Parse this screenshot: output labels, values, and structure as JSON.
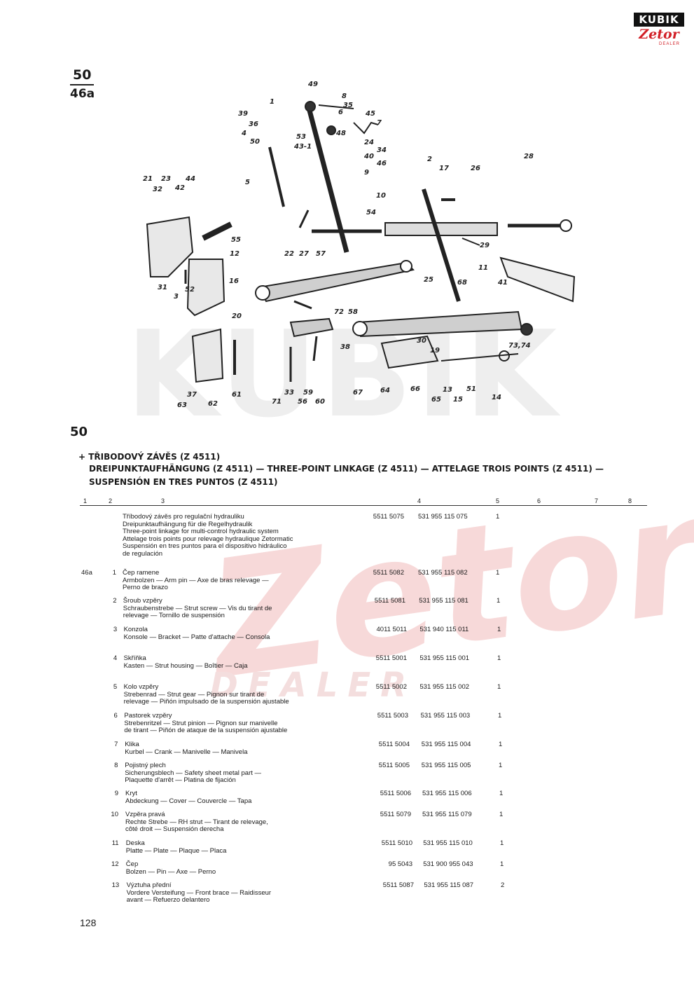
{
  "logo": {
    "kubik": "KUBIK",
    "zetor": "Zetor",
    "dealer": "DEALER"
  },
  "figure": {
    "num_top": "50",
    "num_bottom": "46a"
  },
  "watermark": {
    "kubik": "KUBIK",
    "zetor": "Zetor",
    "dealer": "DEALER"
  },
  "callouts": [
    "1",
    "39",
    "36",
    "4",
    "50",
    "5",
    "49",
    "8",
    "35",
    "6",
    "45",
    "7",
    "53",
    "43-1",
    "48",
    "24",
    "34",
    "40",
    "46",
    "9",
    "10",
    "2",
    "17",
    "26",
    "28",
    "21",
    "23",
    "32",
    "42",
    "44",
    "55",
    "12",
    "22",
    "27",
    "54",
    "57",
    "29",
    "11",
    "41",
    "31",
    "3",
    "52",
    "16",
    "20",
    "71",
    "72",
    "58",
    "38",
    "25",
    "68",
    "67",
    "30",
    "19",
    "33",
    "56",
    "59",
    "60",
    "62",
    "61",
    "63",
    "37",
    "64",
    "66",
    "65",
    "13",
    "15",
    "51",
    "14",
    "73,74"
  ],
  "section": "50",
  "title": {
    "line1": "+ TŘIBODOVÝ ZÁVĚS (Z 4511)",
    "line2": "DREIPUNKTAUFHÄNGUNG (Z 4511) — THREE-POINT LINKAGE (Z 4511) — ATTELAGE TROIS POINTS (Z 4511) —",
    "line3": "SUSPENSIÓN EN TRES PUNTOS (Z 4511)"
  },
  "columns": [
    "1",
    "2",
    "3",
    "4",
    "5",
    "6",
    "7",
    "8"
  ],
  "rows": [
    {
      "fig": "",
      "no": "",
      "desc": [
        "Tříbodový závěs pro regulační hydrauliku",
        "Dreipunktaufhängung für die Regelhydraulik",
        "Three-point linkage for multi-control hydraulic system",
        "Attelage trois points pour relevage hydraulique Zetormatic",
        "Suspensión en tres puntos para el dispositivo hidráulico",
        "de regulación"
      ],
      "p1": "5511 5075",
      "p2": "531 955 115 075",
      "qty": "1"
    },
    {
      "fig": "46a",
      "no": "1",
      "desc": [
        "Čep ramene",
        "Armbolzen — Arm pin — Axe de bras relevage —",
        "Perno de brazo"
      ],
      "p1": "5511 5082",
      "p2": "531 955 115 082",
      "qty": "1"
    },
    {
      "fig": "",
      "no": "2",
      "desc": [
        "Šroub vzpěry",
        "Schraubenstrebe — Strut screw — Vis du tirant de",
        "relevage — Tornillo de suspensión"
      ],
      "p1": "5511 5081",
      "p2": "531 955 115 081",
      "qty": "1"
    },
    {
      "fig": "",
      "no": "3",
      "desc": [
        "Konzola",
        "Konsole — Bracket — Patte d'attache — Consola"
      ],
      "p1": "4011 5011",
      "p2": "531 940 115 011",
      "qty": "1"
    },
    {
      "fig": "",
      "no": "4",
      "desc": [
        "Skříňka",
        "Kasten — Strut housing — Boîtier — Caja"
      ],
      "p1": "5511 5001",
      "p2": "531 955 115 001",
      "qty": "1"
    },
    {
      "fig": "",
      "no": "5",
      "desc": [
        "Kolo vzpěry",
        "Strebenrad — Strut gear — Pignon sur tirant de",
        "relevage — Piñón impulsado de la suspensión ajustable"
      ],
      "p1": "5511 5002",
      "p2": "531 955 115 002",
      "qty": "1"
    },
    {
      "fig": "",
      "no": "6",
      "desc": [
        "Pastorek vzpěry",
        "Strebenritzel — Strut pinion — Pignon sur manivelle",
        "de tirant — Piñón de ataque de la suspensión ajustable"
      ],
      "p1": "5511 5003",
      "p2": "531 955 115 003",
      "qty": "1"
    },
    {
      "fig": "",
      "no": "7",
      "desc": [
        "Klika",
        "Kurbel — Crank — Manivelle — Manivela"
      ],
      "p1": "5511 5004",
      "p2": "531 955 115 004",
      "qty": "1"
    },
    {
      "fig": "",
      "no": "8",
      "desc": [
        "Pojistný plech",
        "Sicherungsblech — Safety sheet metal part —",
        "Plaquette d'arrêt — Platina de fijación"
      ],
      "p1": "5511 5005",
      "p2": "531 955 115 005",
      "qty": "1"
    },
    {
      "fig": "",
      "no": "9",
      "desc": [
        "Kryt",
        "Abdeckung — Cover — Couvercle — Tapa"
      ],
      "p1": "5511 5006",
      "p2": "531 955 115 006",
      "qty": "1"
    },
    {
      "fig": "",
      "no": "10",
      "desc": [
        "Vzpěra pravá",
        "Rechte Strebe — RH strut — Tirant de relevage,",
        "côté droit — Suspensión derecha"
      ],
      "p1": "5511 5079",
      "p2": "531 955 115 079",
      "qty": "1"
    },
    {
      "fig": "",
      "no": "11",
      "desc": [
        "Deska",
        "Platte — Plate — Plaque — Placa"
      ],
      "p1": "5511 5010",
      "p2": "531 955 115 010",
      "qty": "1"
    },
    {
      "fig": "",
      "no": "12",
      "desc": [
        "Čep",
        "Bolzen — Pin — Axe — Perno"
      ],
      "p1": "95 5043",
      "p2": "531 900 955 043",
      "qty": "1"
    },
    {
      "fig": "",
      "no": "13",
      "desc": [
        "Výztuha přední",
        "Vordere Versteifung — Front brace — Raidisseur",
        "avant — Refuerzo delantero"
      ],
      "p1": "5511 5087",
      "p2": "531 955 115 087",
      "qty": "2"
    }
  ],
  "page_number": "128"
}
